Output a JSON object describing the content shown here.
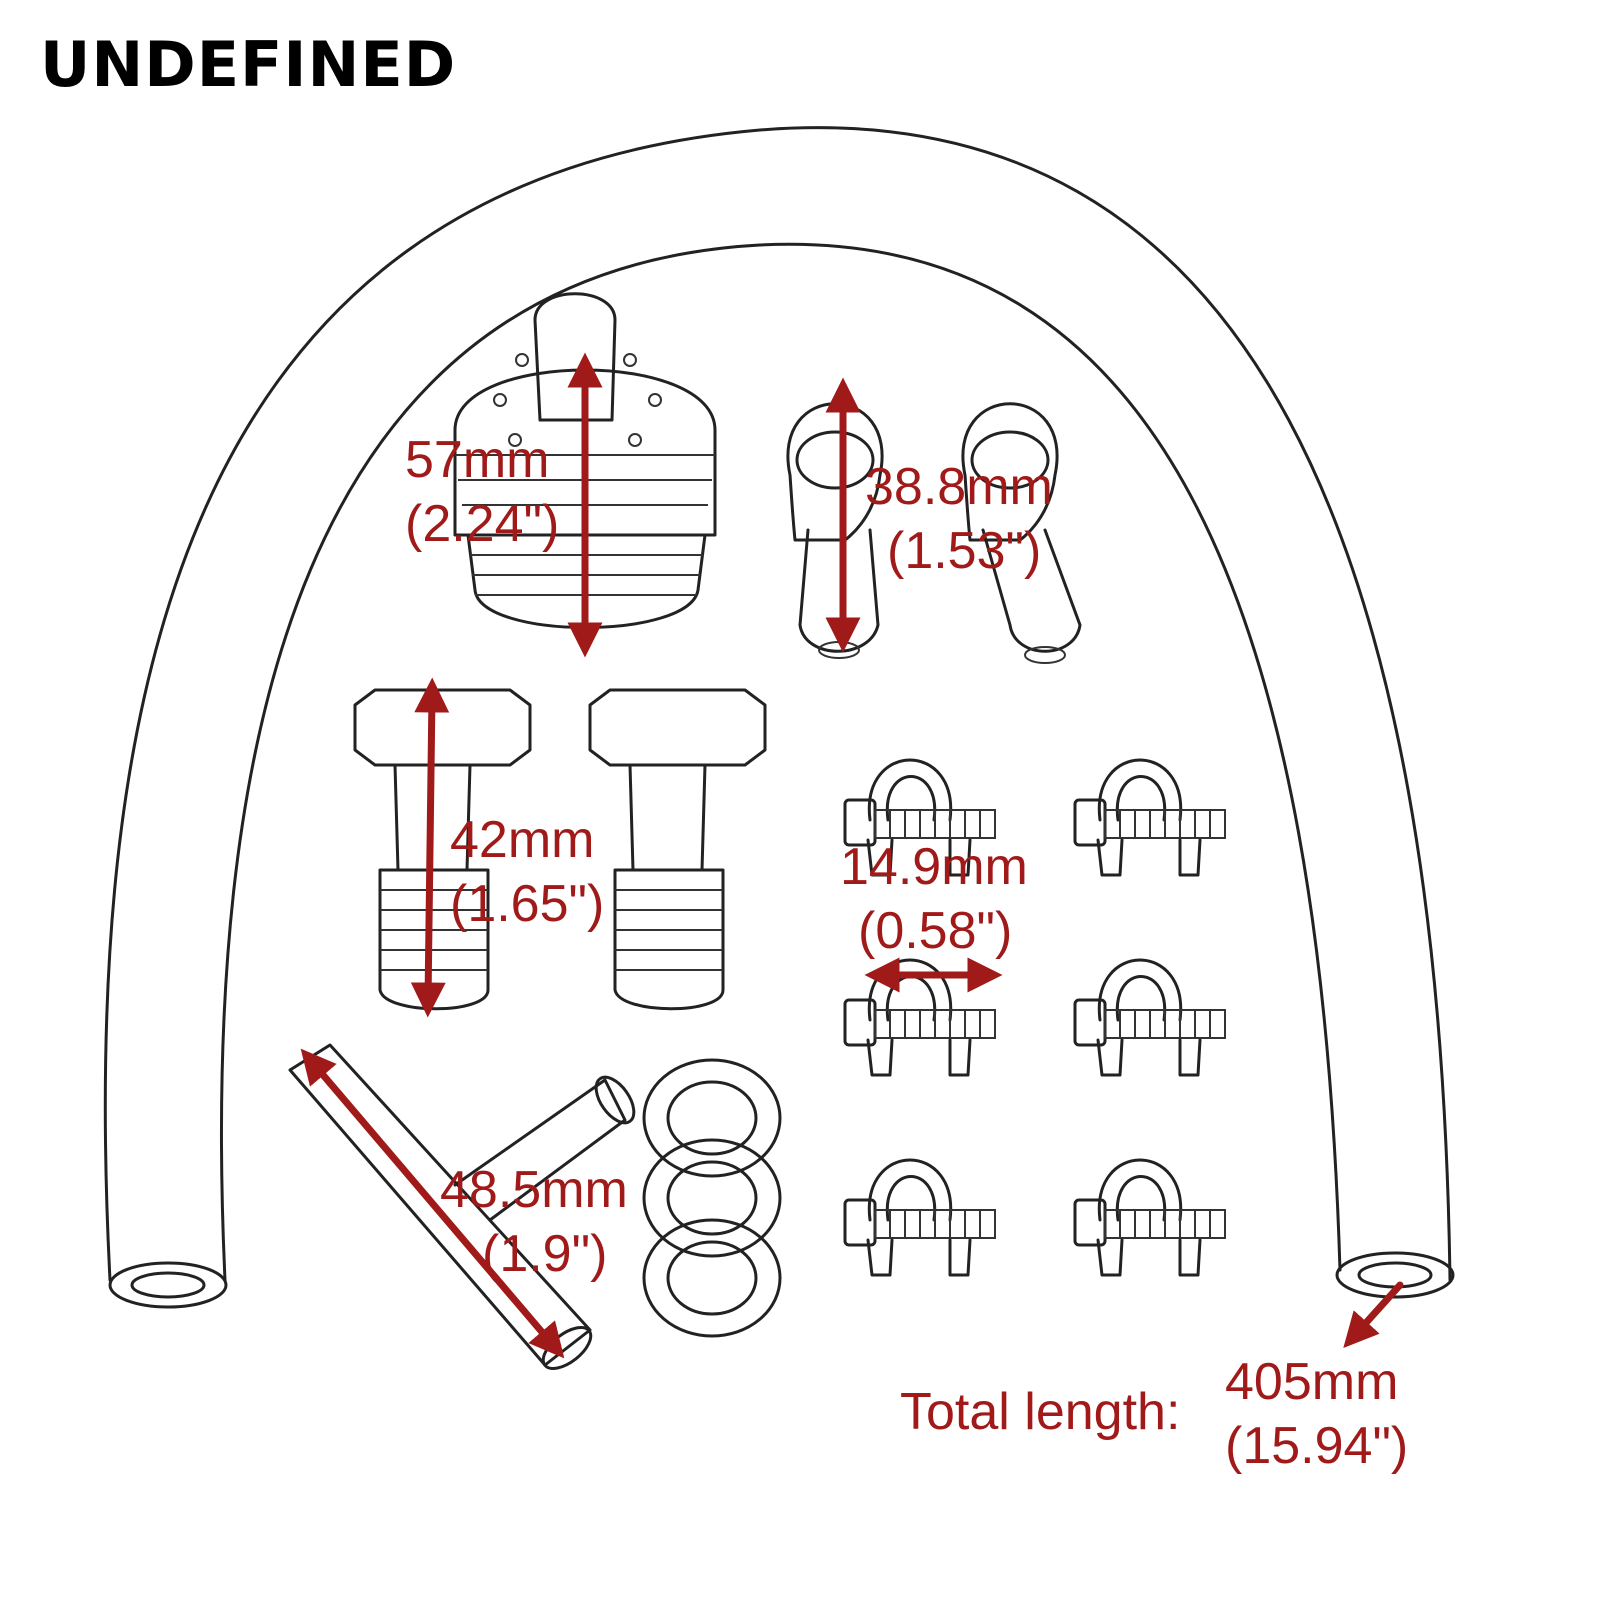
{
  "brand": "UNDEFINED",
  "colors": {
    "dimension": "#a11a1a",
    "outline": "#222222",
    "background": "#ffffff"
  },
  "dimensions": {
    "filter": {
      "mm": "57mm",
      "inch": "(2.24\")"
    },
    "banjo": {
      "mm": "38.8mm",
      "inch": "(1.53\")"
    },
    "bolt": {
      "mm": "42mm",
      "inch": "(1.65\")"
    },
    "clamp": {
      "mm": "14.9mm",
      "inch": "(0.58\")"
    },
    "tee": {
      "mm": "48.5mm",
      "inch": "(1.9\")"
    },
    "hose": {
      "label": "Total length:",
      "mm": "405mm",
      "inch": "(15.94\")"
    }
  }
}
